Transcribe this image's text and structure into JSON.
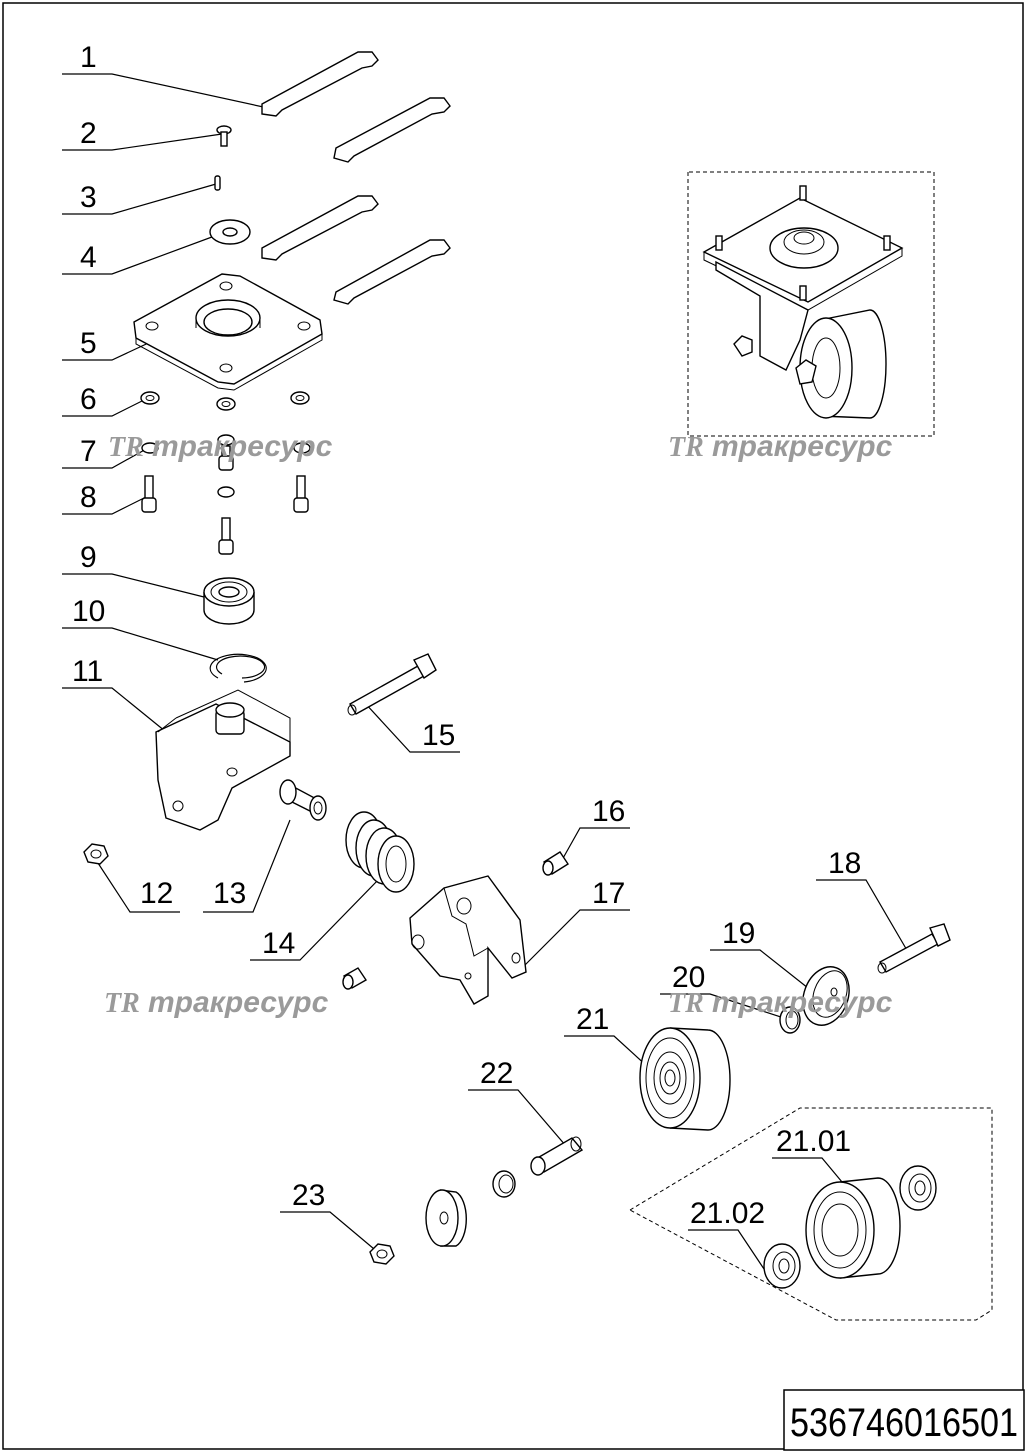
{
  "drawing": {
    "code": "536746016501",
    "watermark": "тракресурс",
    "watermark_logo": "TR"
  },
  "callouts": [
    "1",
    "2",
    "3",
    "4",
    "5",
    "6",
    "7",
    "8",
    "9",
    "10",
    "11",
    "12",
    "13",
    "14",
    "15",
    "16",
    "17",
    "18",
    "19",
    "20",
    "21",
    "21.01",
    "21.02",
    "22",
    "23"
  ]
}
